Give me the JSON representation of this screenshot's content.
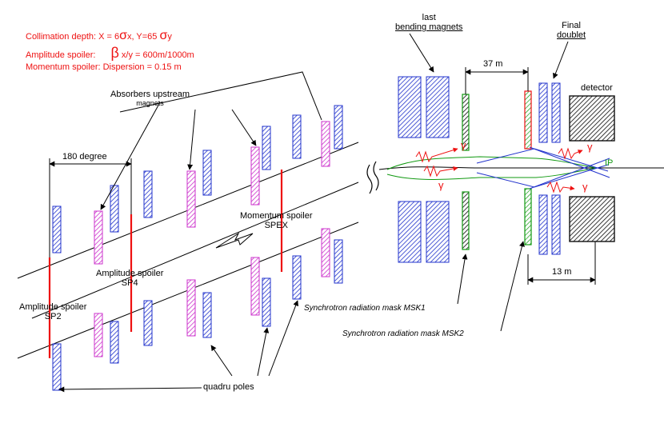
{
  "header": {
    "collimation_prefix": "Collimation depth:  X = 6",
    "collimation_sigma": "σ",
    "collimation_mid": "x, Y=65",
    "collimation_sigma2": "σ",
    "collimation_y": "y",
    "amplitude_prefix": "Amplitude spoiler:",
    "amplitude_beta": "β",
    "amplitude_suffix": "x/y = 600m/1000m",
    "momentum_line": "Momentum spoiler:  Dispersion = 0.15 m"
  },
  "labels": {
    "absorbers": "Absorbers upstream",
    "absorbers2": "magnets",
    "degree": "180 degree",
    "momentum_spoiler": "Momentum spoiler",
    "spex": "SPEX",
    "amp_sp4": "Amplitude spoiler",
    "sp4": "SP4",
    "amp_sp2": "Amplitude spoiler",
    "sp2": "SP2",
    "quadrupoles": "quadru poles",
    "last_bending": "last",
    "last_bending2": "bending magnets",
    "dist_37": "37 m",
    "final": "Final",
    "doublet": "doublet",
    "detector": "detector",
    "ip": "IP",
    "gamma_glyph": "γ",
    "dist_13": "13 m",
    "msk1": "Synchrotron radiation mask   MSK1",
    "msk2": "Synchrotron radiation mask   MSK2"
  },
  "colors": {
    "red": "#ee1111",
    "blue_magnet": "#2233cc",
    "pink_absorber": "#cc33cc",
    "green_mask": "#119911",
    "detector": "#222222"
  }
}
